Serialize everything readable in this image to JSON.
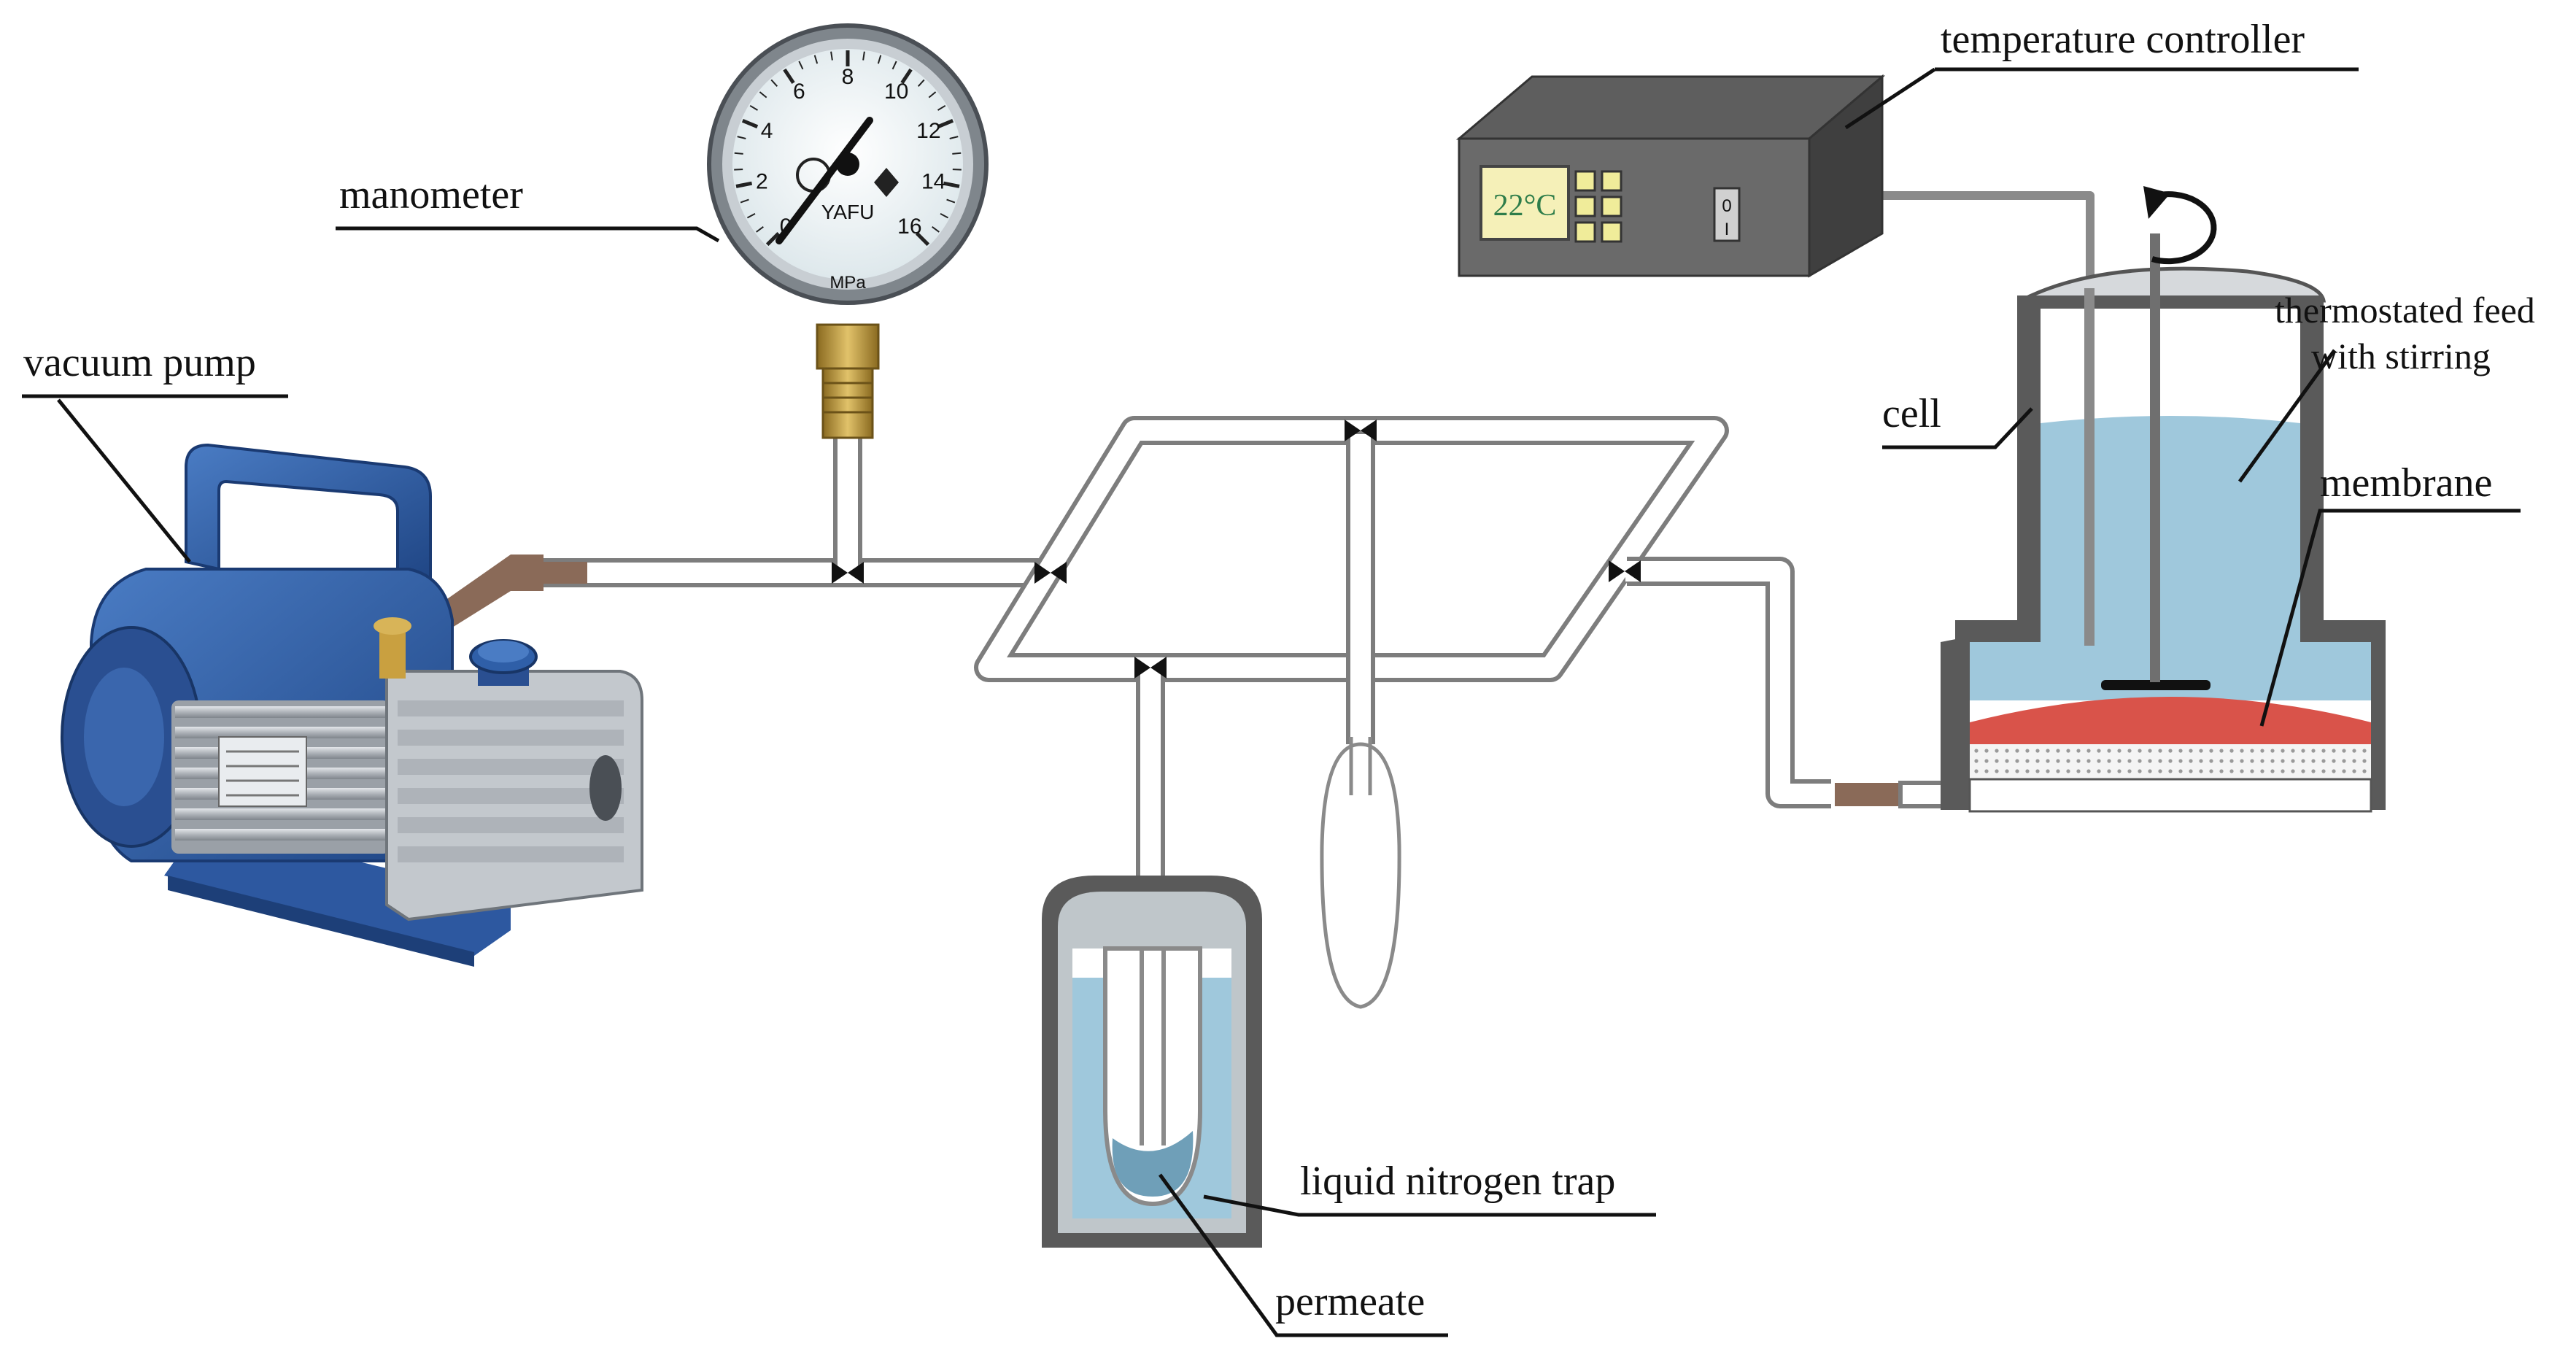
{
  "labels": {
    "temperature_controller": "temperature controller",
    "manometer": "manometer",
    "vacuum_pump": "vacuum pump",
    "cell": "cell",
    "thermostated_feed_line1": "thermostated feed",
    "thermostated_feed_line2": "with stirring",
    "membrane": "membrane",
    "liquid_nitrogen_trap": "liquid nitrogen trap",
    "permeate": "permeate"
  },
  "controller": {
    "display": "22°C",
    "switch_top": "0",
    "switch_bottom": "I"
  },
  "gauge": {
    "brand": "YAFU",
    "unit": "MPa",
    "ticks": [
      "0",
      "2",
      "4",
      "6",
      "8",
      "10",
      "12",
      "14",
      "16"
    ]
  },
  "colors": {
    "pump_blue": "#2f5fa8",
    "pump_silver": "#b9bec4",
    "liquid": "#9fc8dc",
    "membrane": "#d9534a",
    "housing": "#5a5a5a",
    "pipe": "#8a8a8a",
    "bellows": "#8a6a58"
  }
}
